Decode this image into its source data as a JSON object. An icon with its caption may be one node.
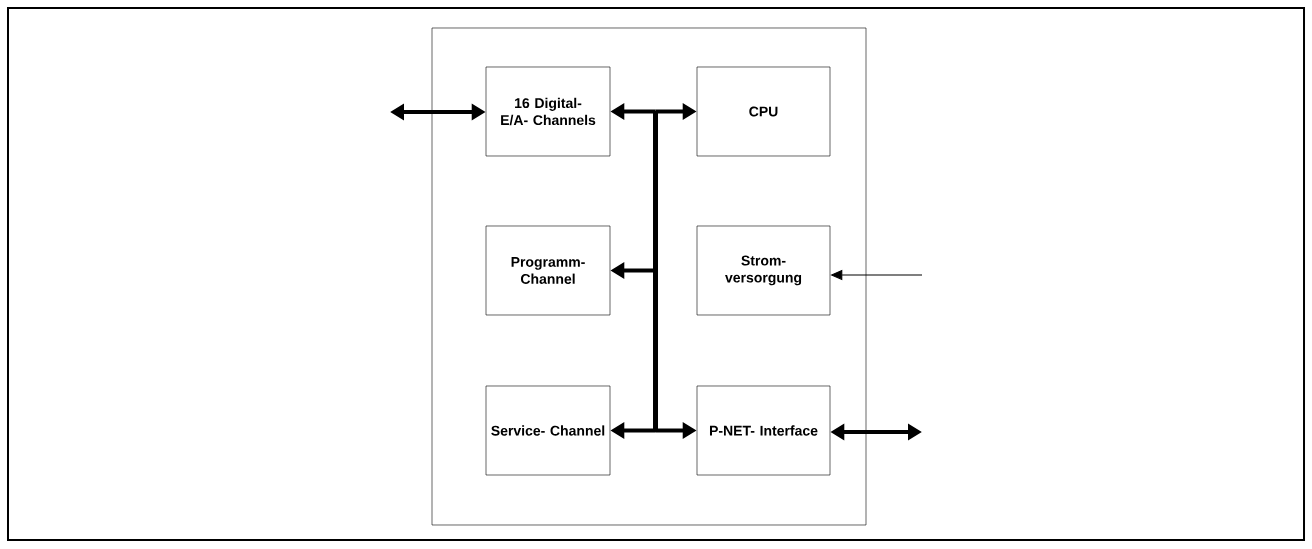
{
  "diagram": {
    "nodes": [
      {
        "text": [],
        "shape": "box"
      },
      {
        "text": [
          "16 Digital-E/A- Channels"
        ],
        "in": 0
      },
      {
        "text": [
          "CPU"
        ],
        "in": 0
      },
      {
        "text": [
          "Programm- Channel"
        ],
        "in": 0
      },
      {
        "text": [
          "Strom- versorgung"
        ],
        "in": 0
      },
      {
        "text": [
          "Service- Channel"
        ],
        "in": 0
      },
      {
        "text": [
          "P-NET- Interface"
        ],
        "in": 0
      },
      {
        "text": [],
        "shape": "bar",
        "in": 0
      }
    ],
    "edges": [
      {
        "from": null,
        "to": 1,
        "arrow": "both"
      },
      {
        "from": 7,
        "to": 1,
        "arrow": "to"
      },
      {
        "from": 7,
        "to": 2,
        "arrow": "to"
      },
      {
        "from": 7,
        "to": 3,
        "arrow": "to"
      },
      {
        "from": 7,
        "to": 5,
        "arrow": "to"
      },
      {
        "from": 7,
        "to": 6,
        "arrow": "to"
      },
      {
        "from": null,
        "to": 4,
        "arrow": "to"
      },
      {
        "from": 6,
        "to": null,
        "arrow": "both"
      }
    ]
  }
}
